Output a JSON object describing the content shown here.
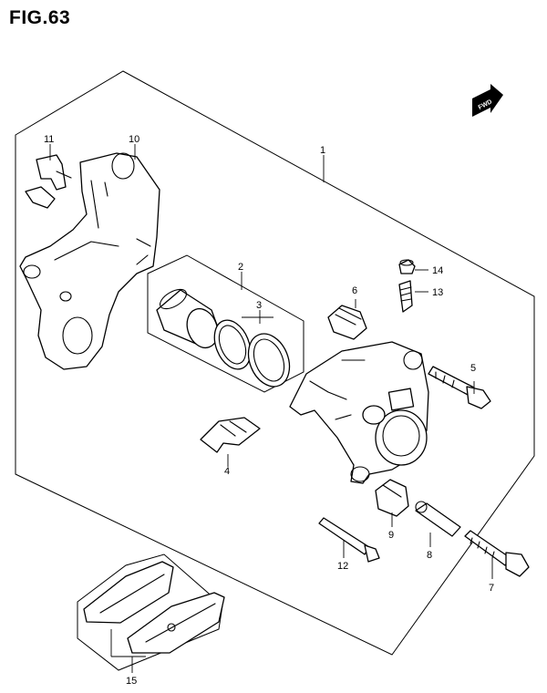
{
  "figure": {
    "title": "FIG.63"
  },
  "direction_badge": {
    "text": "FWD"
  },
  "callouts": [
    {
      "id": "c1",
      "label": "1"
    },
    {
      "id": "c2",
      "label": "2"
    },
    {
      "id": "c3",
      "label": "3"
    },
    {
      "id": "c4",
      "label": "4"
    },
    {
      "id": "c5",
      "label": "5"
    },
    {
      "id": "c6",
      "label": "6"
    },
    {
      "id": "c7",
      "label": "7"
    },
    {
      "id": "c8",
      "label": "8"
    },
    {
      "id": "c9",
      "label": "9"
    },
    {
      "id": "c10",
      "label": "10"
    },
    {
      "id": "c11",
      "label": "11"
    },
    {
      "id": "c12",
      "label": "12"
    },
    {
      "id": "c13",
      "label": "13"
    },
    {
      "id": "c14",
      "label": "14"
    },
    {
      "id": "c15",
      "label": "15"
    }
  ]
}
